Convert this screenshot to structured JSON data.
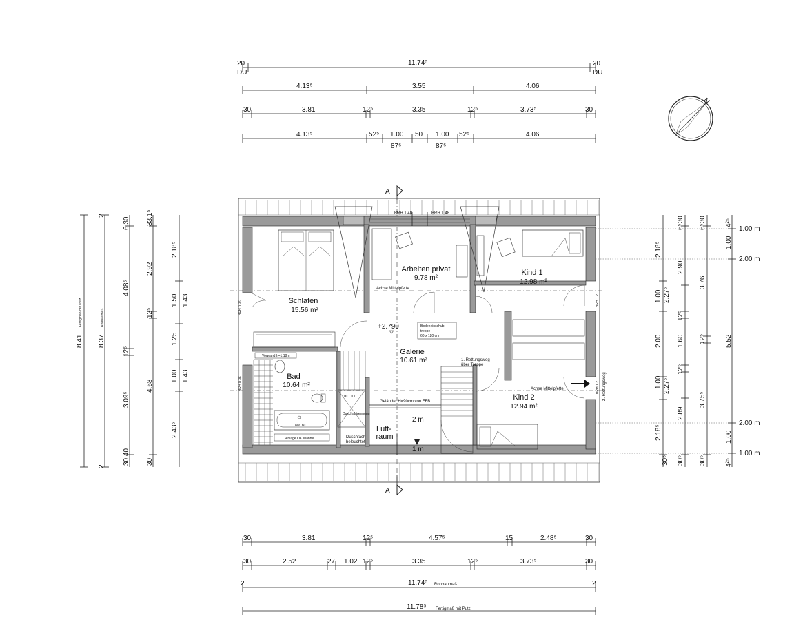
{
  "top_dims": {
    "row1": {
      "left": "20",
      "left_sub": "DU",
      "total": "11.74⁵",
      "right": "20",
      "right_sub": "DU"
    },
    "row2": [
      "4.13⁵",
      "3.55",
      "4.06"
    ],
    "row3": [
      "30",
      "3.81",
      "12⁵",
      "3.35",
      "12⁵",
      "3.73⁵",
      "30"
    ],
    "row4": [
      "4.13⁵",
      "52⁵",
      "1.00",
      "50",
      "1.00",
      "52⁵",
      "4.06"
    ],
    "row4_sub": [
      "87⁵",
      "87⁵"
    ]
  },
  "bottom_dims": {
    "row1": [
      "30",
      "3.81",
      "12⁵",
      "4.57⁵",
      "15",
      "2.48⁵",
      "30"
    ],
    "row2": [
      "30",
      "2.52",
      "27",
      "1.02",
      "12⁵",
      "3.35",
      "12⁵",
      "3.73⁵",
      "30"
    ],
    "row3": {
      "left": "2",
      "value": "11.74⁵",
      "label": "Rohbaumaß",
      "right": "2"
    },
    "row4": {
      "value": "11.78⁵",
      "label": "Fertigmaß mit Putz"
    }
  },
  "left_dims": {
    "col1": {
      "value": "8.41",
      "label": "Fertigmaß mit Putz"
    },
    "col2": {
      "top": "2",
      "value": "8.37",
      "label": "Rohbaumaß",
      "bottom": "2"
    },
    "col3": [
      "6.30",
      "4.08⁵",
      "12⁵",
      "3.09⁵",
      "30.40"
    ],
    "col4": [
      "33.1⁵",
      "2.92",
      "12⁵",
      "4.68",
      "30"
    ],
    "col5": [
      "2.18⁵",
      "1.50",
      "1.25",
      "1.00",
      "2.43⁵"
    ],
    "col6": [
      "1.43",
      "1.43"
    ]
  },
  "right_dims": {
    "col1": [
      "2.18⁵",
      "1.00",
      "2.00",
      "1.00",
      "2.18⁵",
      "30⁵"
    ],
    "col2": [
      "6⁵30",
      "2.90",
      "2.27⁵",
      "12⁵",
      "1.60",
      "12⁵",
      "2.27⁵",
      "2.89",
      "30⁵"
    ],
    "col3": [
      "6⁵30",
      "3.76",
      "12⁵",
      "3.75⁵",
      "30⁵"
    ],
    "col4": [
      "4²⁵",
      "1.00",
      "5.52",
      "1.00",
      "4²⁵"
    ],
    "heights": [
      "1.00 m",
      "2.00 m",
      "2.00 m",
      "1.00 m"
    ]
  },
  "rooms": {
    "schlafen": {
      "name": "Schlafen",
      "area": "15.56 m²"
    },
    "arbeiten": {
      "name": "Arbeiten privat",
      "area": "9.78 m²"
    },
    "kind1": {
      "name": "Kind 1",
      "area": "12.98 m²"
    },
    "galerie": {
      "name": "Galerie",
      "area": "10.61 m²"
    },
    "bad": {
      "name": "Bad",
      "area": "10.64 m²"
    },
    "kind2": {
      "name": "Kind 2",
      "area": "12.94 m²"
    },
    "luftraum": {
      "line1": "Luft-",
      "line2": "raum"
    }
  },
  "labels": {
    "elevation": "+2.790",
    "brh1": "BRH 1.48",
    "brh2": "BRH 1.48",
    "achse1": "Achse Mittelpfette",
    "achse2": "Achse Mittelpfette",
    "bodentreppe1": "Bodeneinschub-",
    "bodentreppe2": "treppe",
    "bodentreppe3": "60 x 120 cm",
    "rettung1": "1. Rettungsweg",
    "rettung2": "über Treppe",
    "rettung_side": "2. Rettungsweg",
    "gelaender": "Geländer H=90cm von FFB",
    "vorwand": "Vorwand h=1.18m",
    "dusche1": "100 / 100",
    "dusche2": "Duschabtrennung",
    "duschfach1": "Duschfach",
    "duschfach2": "beleuchtet",
    "wanne": "80/180",
    "ablage": "Ablage OK Wanne",
    "two_m": "2 m",
    "one_m": "1 m",
    "brh_left1": "BRH 0.96",
    "brh_left2": "BRH 0.96",
    "brh_right1": "BRH 1.2",
    "brh_right2": "BRH 1.2",
    "section": "A",
    "north": "N"
  }
}
